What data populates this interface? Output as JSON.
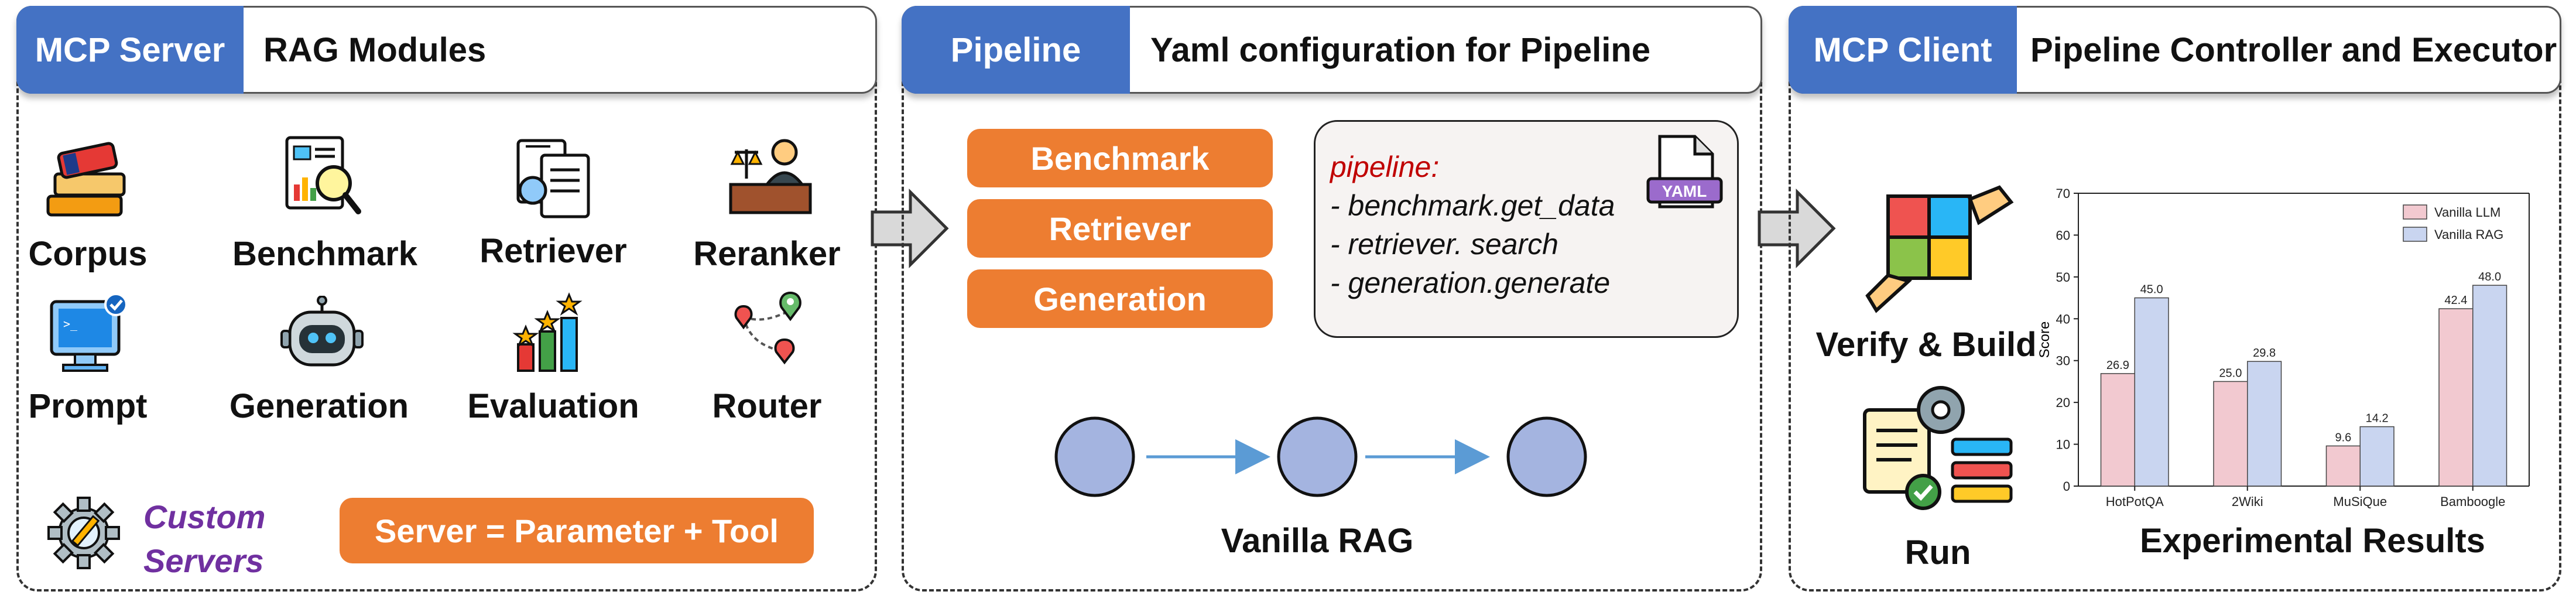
{
  "server_panel": {
    "tag": "MCP Server",
    "title": "RAG Modules",
    "modules": [
      "Corpus",
      "Benchmark",
      "Retriever",
      "Reranker",
      "Prompt",
      "Generation",
      "Evaluation",
      "Router"
    ],
    "custom_line1": "Custom",
    "custom_line2": "Servers",
    "formula": "Server = Parameter + Tool"
  },
  "pipeline_panel": {
    "tag": "Pipeline",
    "title": "Yaml configuration for Pipeline",
    "steps": [
      "Benchmark",
      "Retriever",
      "Generation"
    ],
    "yaml_key": "pipeline:",
    "yaml_lines": [
      "- benchmark.get_data",
      "- retriever. search",
      "- generation.generate"
    ],
    "yaml_icon_text": "YAML",
    "graph_label": "Vanilla RAG"
  },
  "client_panel": {
    "tag": "MCP Client",
    "title": "Pipeline Controller and Executor",
    "verify_label": "Verify & Build",
    "run_label": "Run",
    "results_label": "Experimental Results"
  },
  "colors": {
    "blue_tag": "#4472c4",
    "orange": "#ed7d31",
    "series_llm": "#f2c9d0",
    "series_rag": "#c9d5f0",
    "node": "#a4b4e0",
    "purple": "#7030a0",
    "red_key": "#c00000"
  },
  "chart_data": {
    "type": "bar",
    "categories": [
      "HotPotQA",
      "2Wiki",
      "MuSiQue",
      "Bamboogle"
    ],
    "series": [
      {
        "name": "Vanilla LLM",
        "values": [
          26.9,
          25.0,
          9.6,
          42.4
        ],
        "labels": [
          "26.9",
          "25.0",
          "9.6",
          "42.4"
        ]
      },
      {
        "name": "Vanilla RAG",
        "values": [
          45.0,
          29.8,
          14.2,
          48.0
        ],
        "labels": [
          "45.0",
          "29.8",
          "14.2",
          "48.0"
        ]
      }
    ],
    "ylabel": "Score",
    "ylim": [
      0,
      70
    ],
    "yticks": [
      "0",
      "10",
      "20",
      "30",
      "40",
      "50",
      "60",
      "70"
    ],
    "legend": "top-right"
  }
}
